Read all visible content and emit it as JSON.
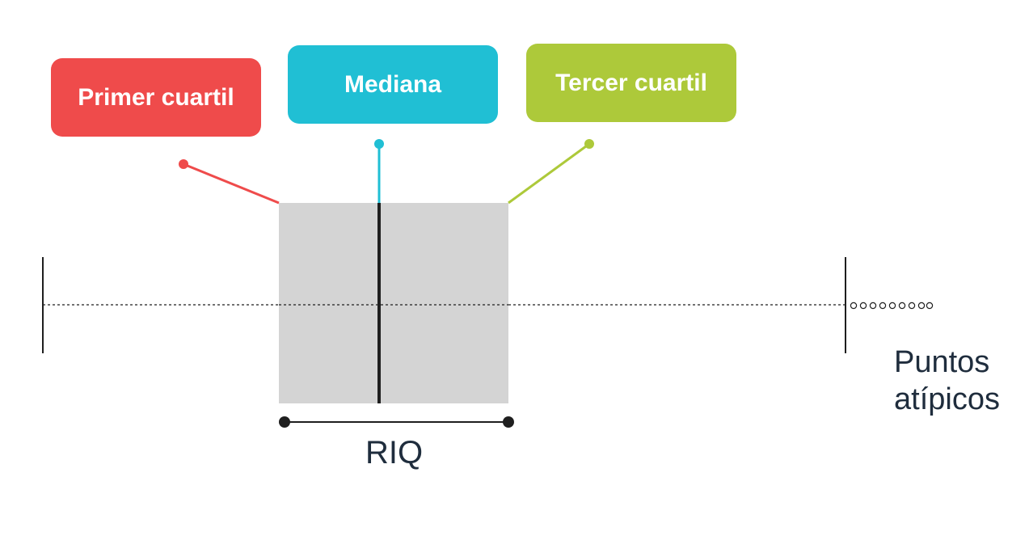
{
  "callouts": {
    "first_quartile": {
      "label": "Primer cuartil",
      "color": "#ef4b4b"
    },
    "median": {
      "label": "Mediana",
      "color": "#20bfd4"
    },
    "third_quartile": {
      "label": "Tercer cuartil",
      "color": "#adc93a"
    }
  },
  "box_color": "#d4d4d4",
  "line_color": "#1f1f1f",
  "text_color": "#1f2d3d",
  "iqr_label": "RIQ",
  "outliers_label": "Puntos atípicos"
}
